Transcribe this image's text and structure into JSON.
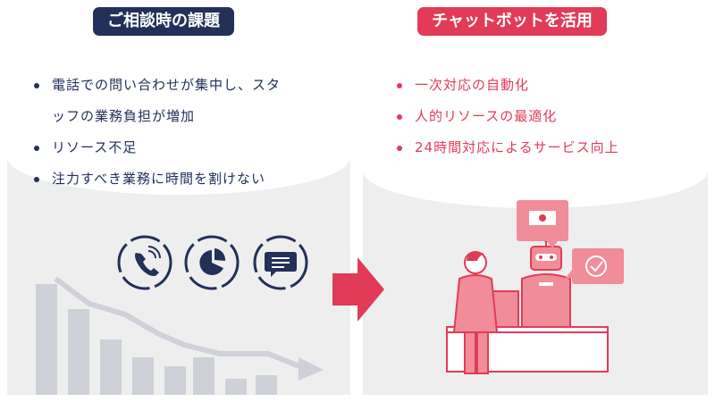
{
  "left": {
    "title": "ご相談時の課題",
    "items": [
      "電話での問い合わせが集中し、スタッフの業務負担が増加",
      "リソース不足",
      "注力すべき業務に時間を割けない"
    ],
    "item1_line1": "電話での問い合わせが集中し、スタ",
    "item1_line2": "ッフの業務負担が増加",
    "icons": [
      "phone-icon",
      "pie-chart-icon",
      "chat-icon"
    ]
  },
  "right": {
    "title": "チャットボットを活用",
    "items": [
      "一次対応の自動化",
      "人的リソースの最適化",
      "24時間対応によるサービス向上"
    ]
  },
  "colors": {
    "navy": "#22305a",
    "red": "#e23b57",
    "pink": "#f08d99",
    "gray": "#cfd1d8"
  }
}
